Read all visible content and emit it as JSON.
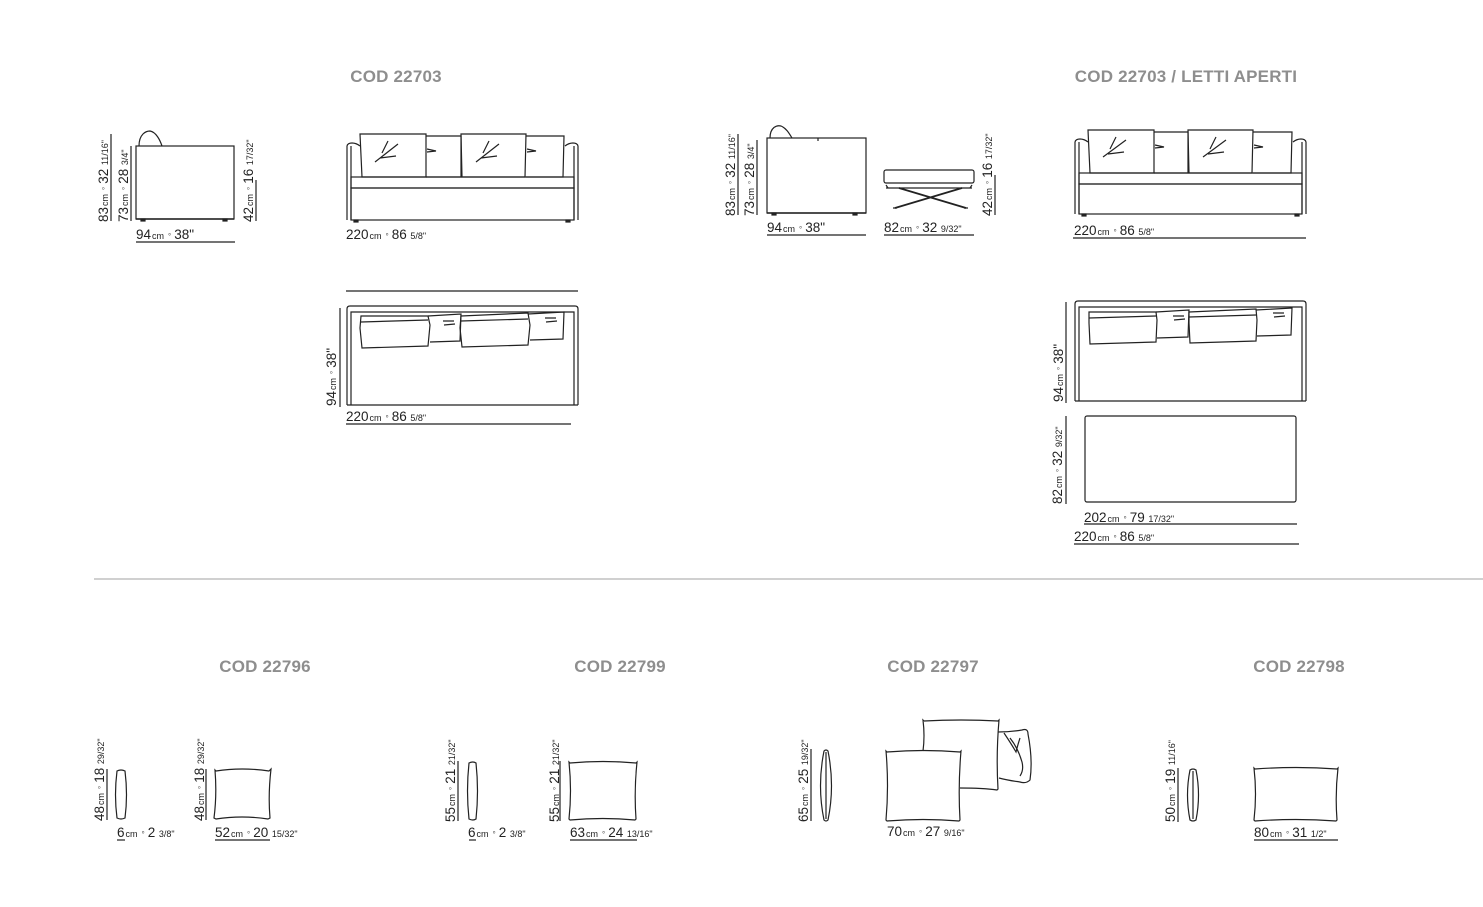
{
  "sections": {
    "sofa": {
      "title": "COD 22703",
      "side_view": {
        "height_total": {
          "cm": "83",
          "unit": "cm",
          "in": "32",
          "frac": "11/16\""
        },
        "height_back": {
          "cm": "73",
          "unit": "cm",
          "in": "28",
          "frac": "3/4\""
        },
        "height_seat": {
          "cm": "42",
          "unit": "cm",
          "in": "16",
          "frac": "17/32\""
        },
        "depth": {
          "cm": "94",
          "unit": "cm",
          "in": "38\"",
          "frac": ""
        }
      },
      "front_view": {
        "width": {
          "cm": "220",
          "unit": "cm",
          "in": "86",
          "frac": "5/8\""
        }
      },
      "top_view": {
        "depth": {
          "cm": "94",
          "unit": "cm",
          "in": "38\"",
          "frac": ""
        },
        "width": {
          "cm": "220",
          "unit": "cm",
          "in": "86",
          "frac": "5/8\""
        }
      }
    },
    "sofa_open": {
      "title": "COD 22703 / LETTI APERTI",
      "side_view": {
        "height_total": {
          "cm": "83",
          "unit": "cm",
          "in": "32",
          "frac": "11/16\""
        },
        "height_back": {
          "cm": "73",
          "unit": "cm",
          "in": "28",
          "frac": "3/4\""
        },
        "depth": {
          "cm": "94",
          "unit": "cm",
          "in": "38\"",
          "frac": ""
        }
      },
      "bed_frame": {
        "height": {
          "cm": "42",
          "unit": "cm",
          "in": "16",
          "frac": "17/32\""
        },
        "width": {
          "cm": "82",
          "unit": "cm",
          "in": "32",
          "frac": "9/32\""
        }
      },
      "front_view": {
        "width": {
          "cm": "220",
          "unit": "cm",
          "in": "86",
          "frac": "5/8\""
        }
      },
      "top_view": {
        "depth": {
          "cm": "94",
          "unit": "cm",
          "in": "38\"",
          "frac": ""
        },
        "bed_depth": {
          "cm": "82",
          "unit": "cm",
          "in": "32",
          "frac": "9/32\""
        },
        "bed_width": {
          "cm": "202",
          "unit": "cm",
          "in": "79",
          "frac": "17/32\""
        },
        "width": {
          "cm": "220",
          "unit": "cm",
          "in": "86",
          "frac": "5/8\""
        }
      }
    },
    "cushion_22796": {
      "title": "COD 22796",
      "side_height": {
        "cm": "48",
        "unit": "cm",
        "in": "18",
        "frac": "29/32\""
      },
      "side_thickness": {
        "cm": "6",
        "unit": "cm",
        "in": "2",
        "frac": "3/8\""
      },
      "front_height": {
        "cm": "48",
        "unit": "cm",
        "in": "18",
        "frac": "29/32\""
      },
      "front_width": {
        "cm": "52",
        "unit": "cm",
        "in": "20",
        "frac": "15/32\""
      }
    },
    "cushion_22799": {
      "title": "COD 22799",
      "side_height": {
        "cm": "55",
        "unit": "cm",
        "in": "21",
        "frac": "21/32\""
      },
      "side_thickness": {
        "cm": "6",
        "unit": "cm",
        "in": "2",
        "frac": "3/8\""
      },
      "front_height": {
        "cm": "55",
        "unit": "cm",
        "in": "21",
        "frac": "21/32\""
      },
      "front_width": {
        "cm": "63",
        "unit": "cm",
        "in": "24",
        "frac": "13/16\""
      }
    },
    "cushion_22797": {
      "title": "COD 22797",
      "side_height": {
        "cm": "65",
        "unit": "cm",
        "in": "25",
        "frac": "19/32\""
      },
      "front_width": {
        "cm": "70",
        "unit": "cm",
        "in": "27",
        "frac": "9/16\""
      }
    },
    "cushion_22798": {
      "title": "COD 22798",
      "side_height": {
        "cm": "50",
        "unit": "cm",
        "in": "19",
        "frac": "11/16\""
      },
      "front_width": {
        "cm": "80",
        "unit": "cm",
        "in": "31",
        "frac": "1/2\""
      }
    }
  },
  "colors": {
    "title": "#8e8e8e",
    "line": "#222222",
    "divider": "#d0d0d0"
  }
}
